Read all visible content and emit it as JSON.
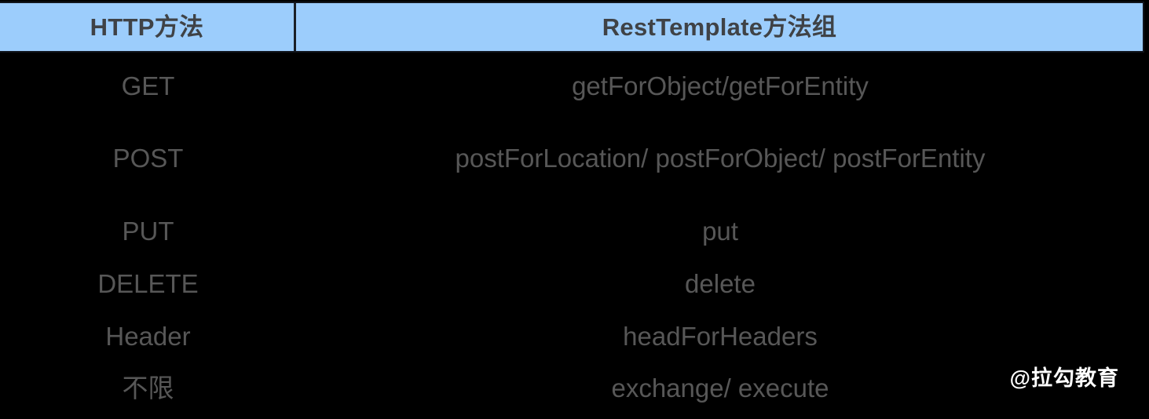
{
  "table": {
    "header": {
      "method_label": "HTTP方法",
      "group_label": "RestTemplate方法组"
    },
    "rows": [
      {
        "method": "GET",
        "group": "getForObject/getForEntity"
      },
      {
        "method": "POST",
        "group": "postForLocation/ postForObject/ postForEntity"
      },
      {
        "method": "PUT",
        "group": "put"
      },
      {
        "method": "DELETE",
        "group": "delete"
      },
      {
        "method": "Header",
        "group": "headForHeaders"
      },
      {
        "method": "不限",
        "group": "exchange/ execute"
      }
    ]
  },
  "watermark": {
    "text": "@拉勾教育"
  },
  "colors": {
    "background": "#000000",
    "header_fill": "#9ccdfc",
    "header_text": "#3f4246",
    "body_text": "#575757",
    "divider": "#1a1f27",
    "watermark_text": "#ffffff"
  }
}
